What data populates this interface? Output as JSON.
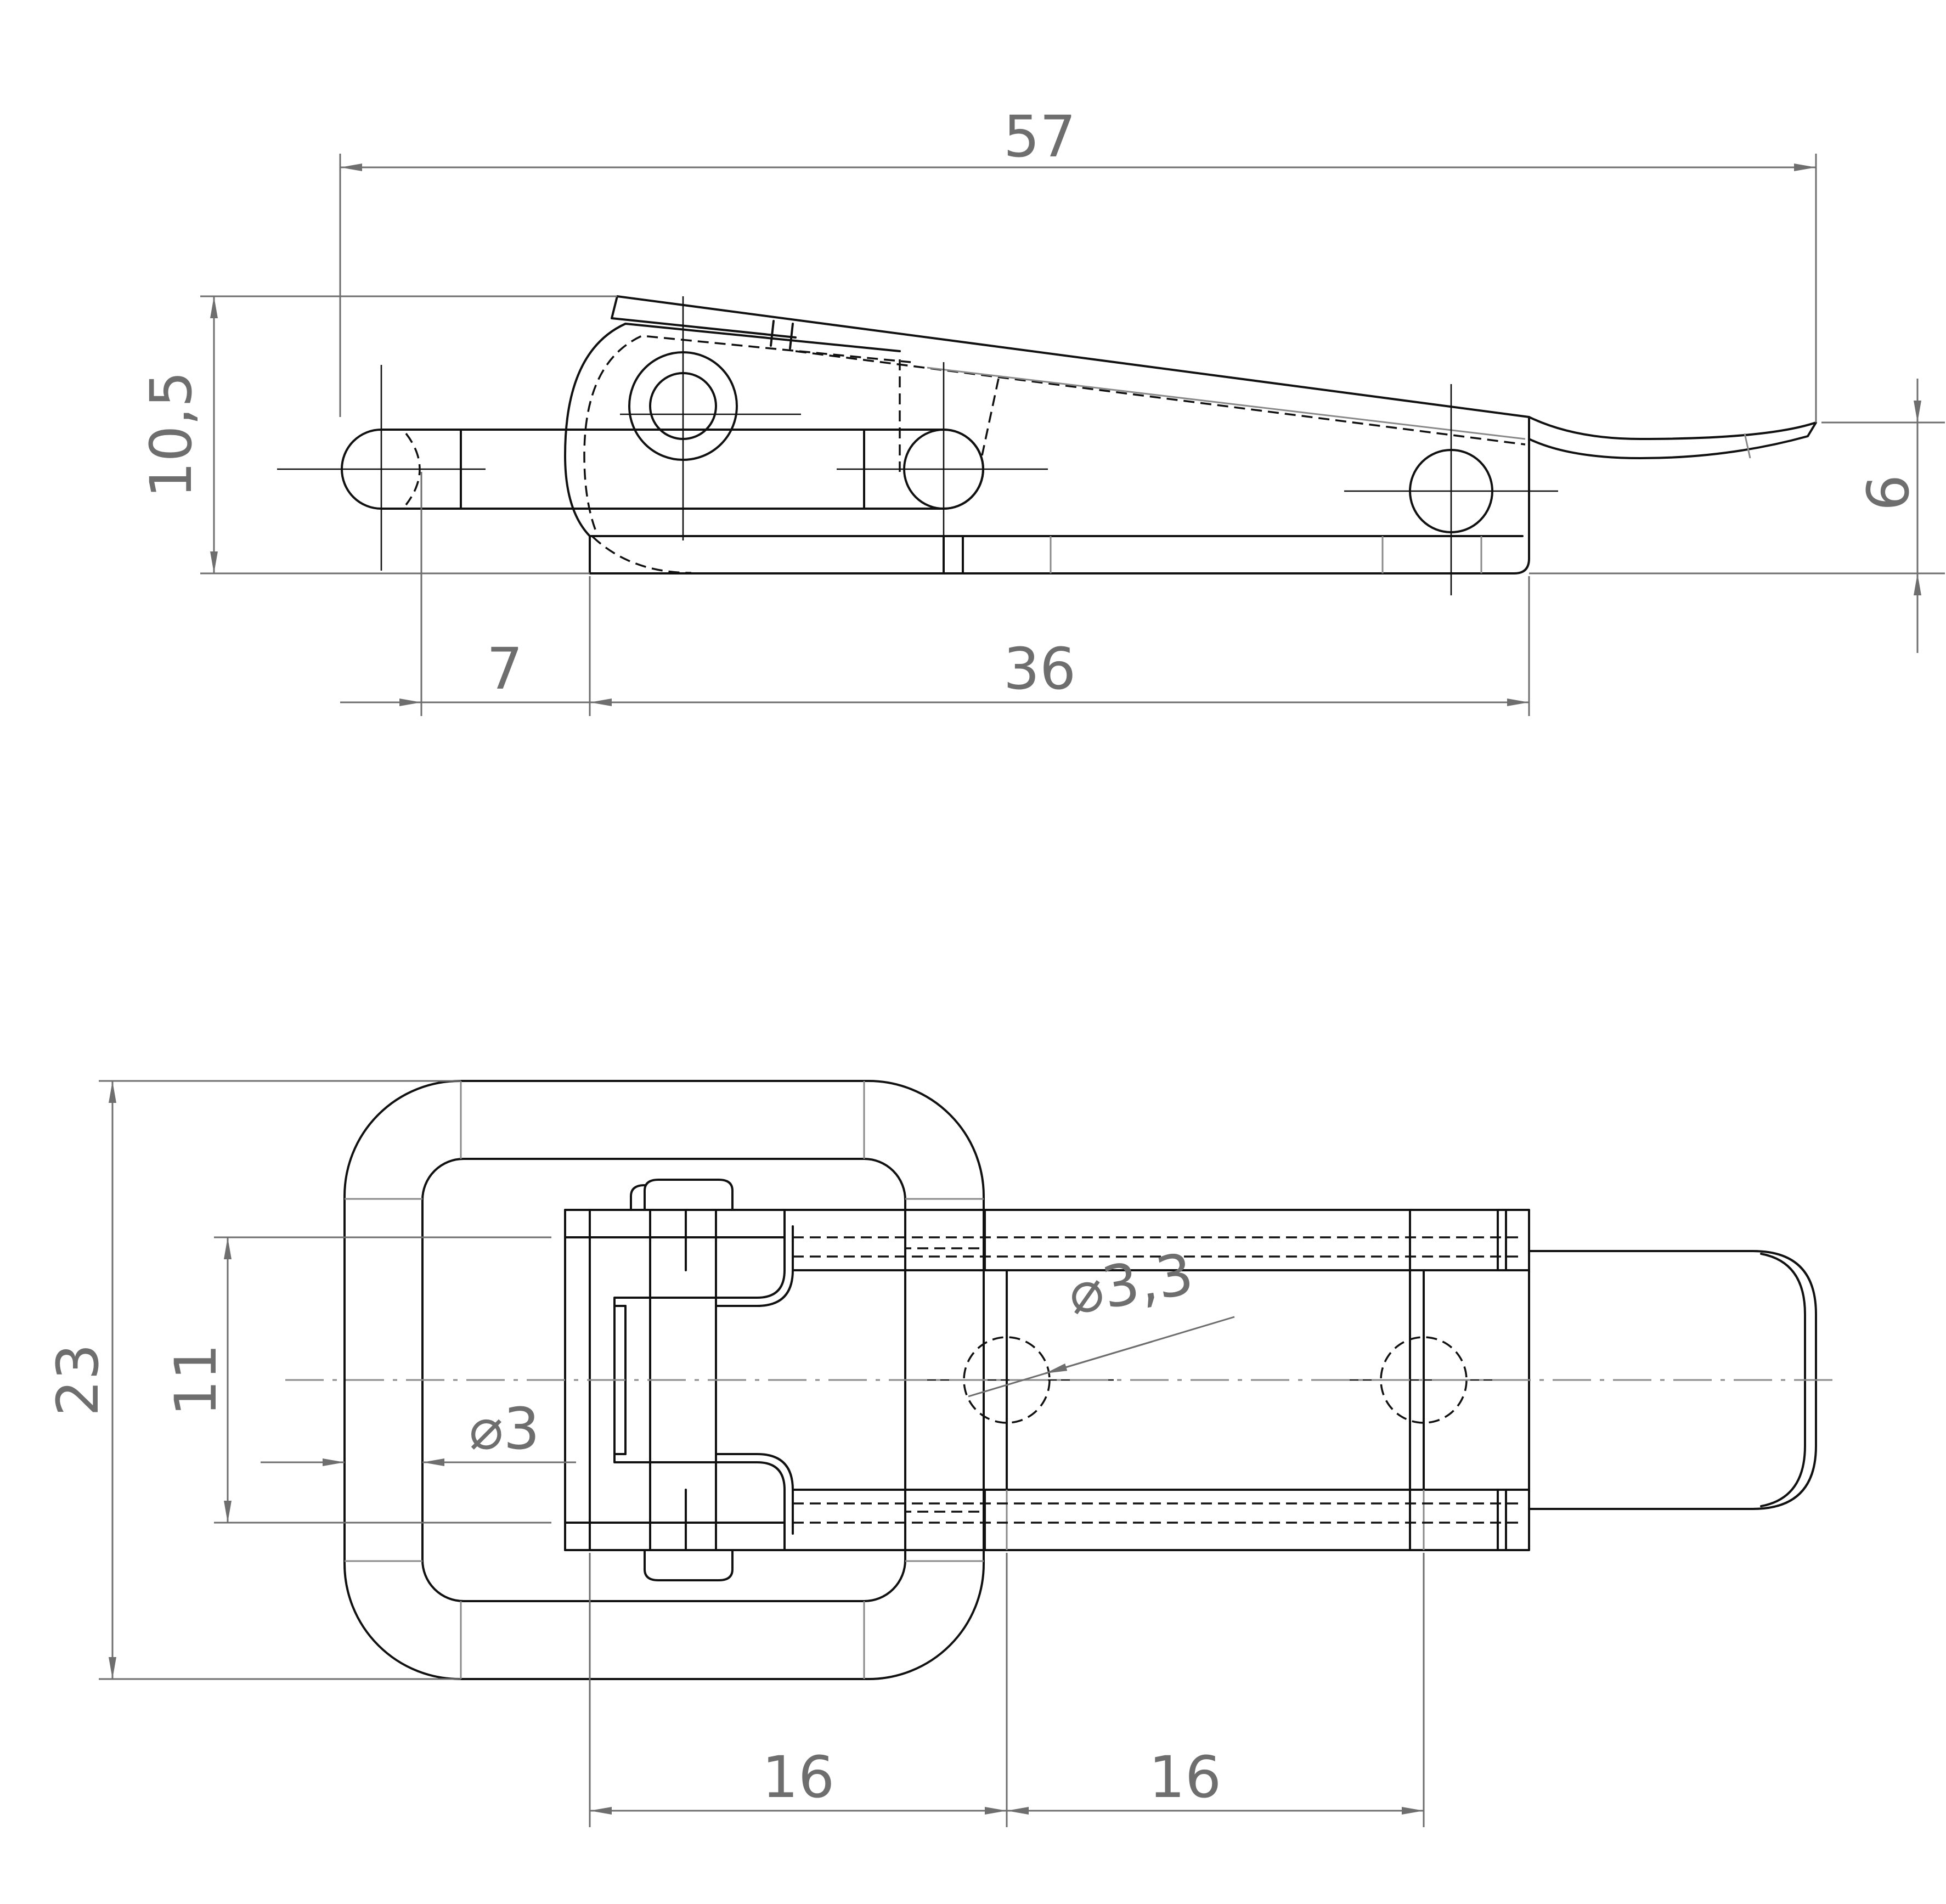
{
  "dimensions": {
    "overall_length": "57",
    "height": "10,5",
    "lever_offset": "6",
    "pin_offset": "7",
    "base_length": "36",
    "overall_width": "23",
    "inner_width": "11",
    "pin_diameter": "⌀3",
    "hole_diameter": "⌀3,3",
    "hole_spacing_1": "16",
    "hole_spacing_2": "16"
  }
}
